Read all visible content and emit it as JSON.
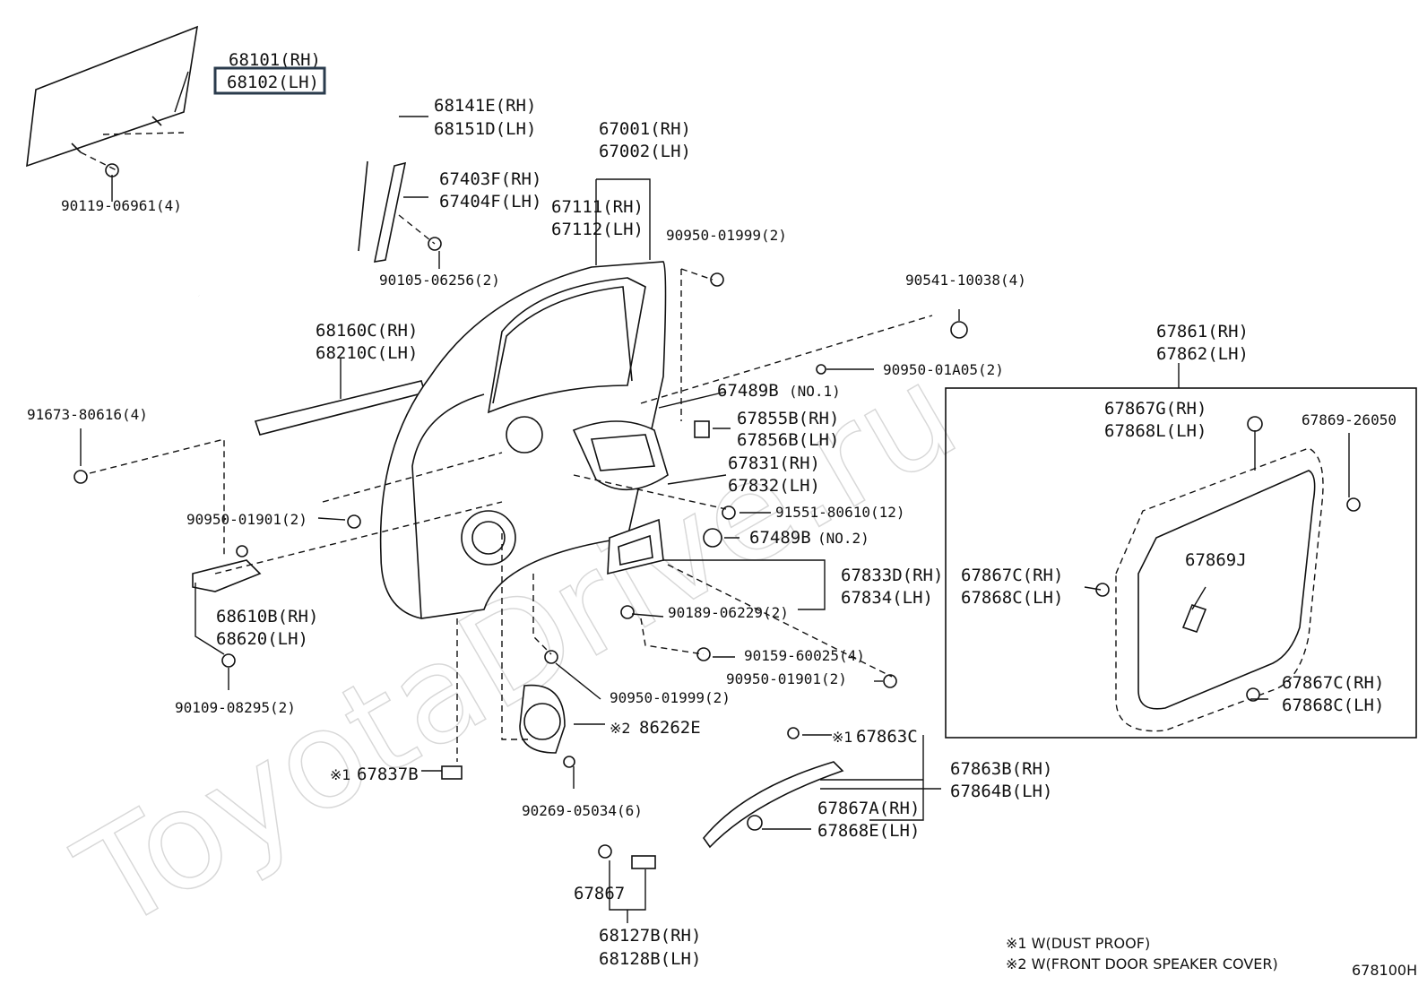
{
  "watermark": "ToyotaDrive.ru",
  "diagram_code": "678100H",
  "notes": [
    "※1 W(DUST PROOF)",
    "※2 W(FRONT DOOR SPEAKER COVER)"
  ],
  "labels": {
    "p68101": "68101(RH)",
    "p68102": "68102(LH)",
    "p90119": "90119-06961(4)",
    "p68141": "68141E(RH)",
    "p68151": "68151D(LH)",
    "p67001": "67001(RH)",
    "p67002": "67002(LH)",
    "p67403": "67403F(RH)",
    "p67404": "67404F(LH)",
    "p67111": "67111(RH)",
    "p67112": "67112(LH)",
    "p90950a": "90950-01999(2)",
    "p90105": "90105-06256(2)",
    "p90541": "90541-10038(4)",
    "p68160": "68160C(RH)",
    "p68210": "68210C(LH)",
    "p90950b": "90950-01A05(2)",
    "p67489a": "67489B",
    "p67489a_no": "(NO.1)",
    "p67861": "67861(RH)",
    "p67862": "67862(LH)",
    "p91673": "91673-80616(4)",
    "p67855": "67855B(RH)",
    "p67856": "67856B(LH)",
    "p67867g": "67867G(RH)",
    "p67868l": "67868L(LH)",
    "p67869_26050": "67869-26050",
    "p67831": "67831(RH)",
    "p67832": "67832(LH)",
    "p90950c": "90950-01901(2)",
    "p91551": "91551-80610(12)",
    "p67489b": "67489B",
    "p67489b_no": "(NO.2)",
    "p67833": "67833D(RH)",
    "p67834": "67834(LH)",
    "p67867c1": "67867C(RH)",
    "p67868c1": "67868C(LH)",
    "p67869j": "67869J",
    "p68610": "68610B(RH)",
    "p68620": "68620(LH)",
    "p90189": "90189-06229(2)",
    "p90159": "90159-60025(4)",
    "p90950d": "90950-01901(2)",
    "p67867c2": "67867C(RH)",
    "p67868c2": "67868C(LH)",
    "p90109": "90109-08295(2)",
    "p90950e": "90950-01999(2)",
    "p86262": "86262E",
    "p86262_mark": "※2",
    "p67863c": "67863C",
    "p67863c_mark": "※1",
    "p67837": "67837B",
    "p67837_mark": "※1",
    "p67863b": "67863B(RH)",
    "p67864b": "67864B(LH)",
    "p90269": "90269-05034(6)",
    "p67867a": "67867A(RH)",
    "p67868e": "67868E(LH)",
    "p67867": "67867",
    "p68127": "68127B(RH)",
    "p68128": "68128B(LH)"
  }
}
